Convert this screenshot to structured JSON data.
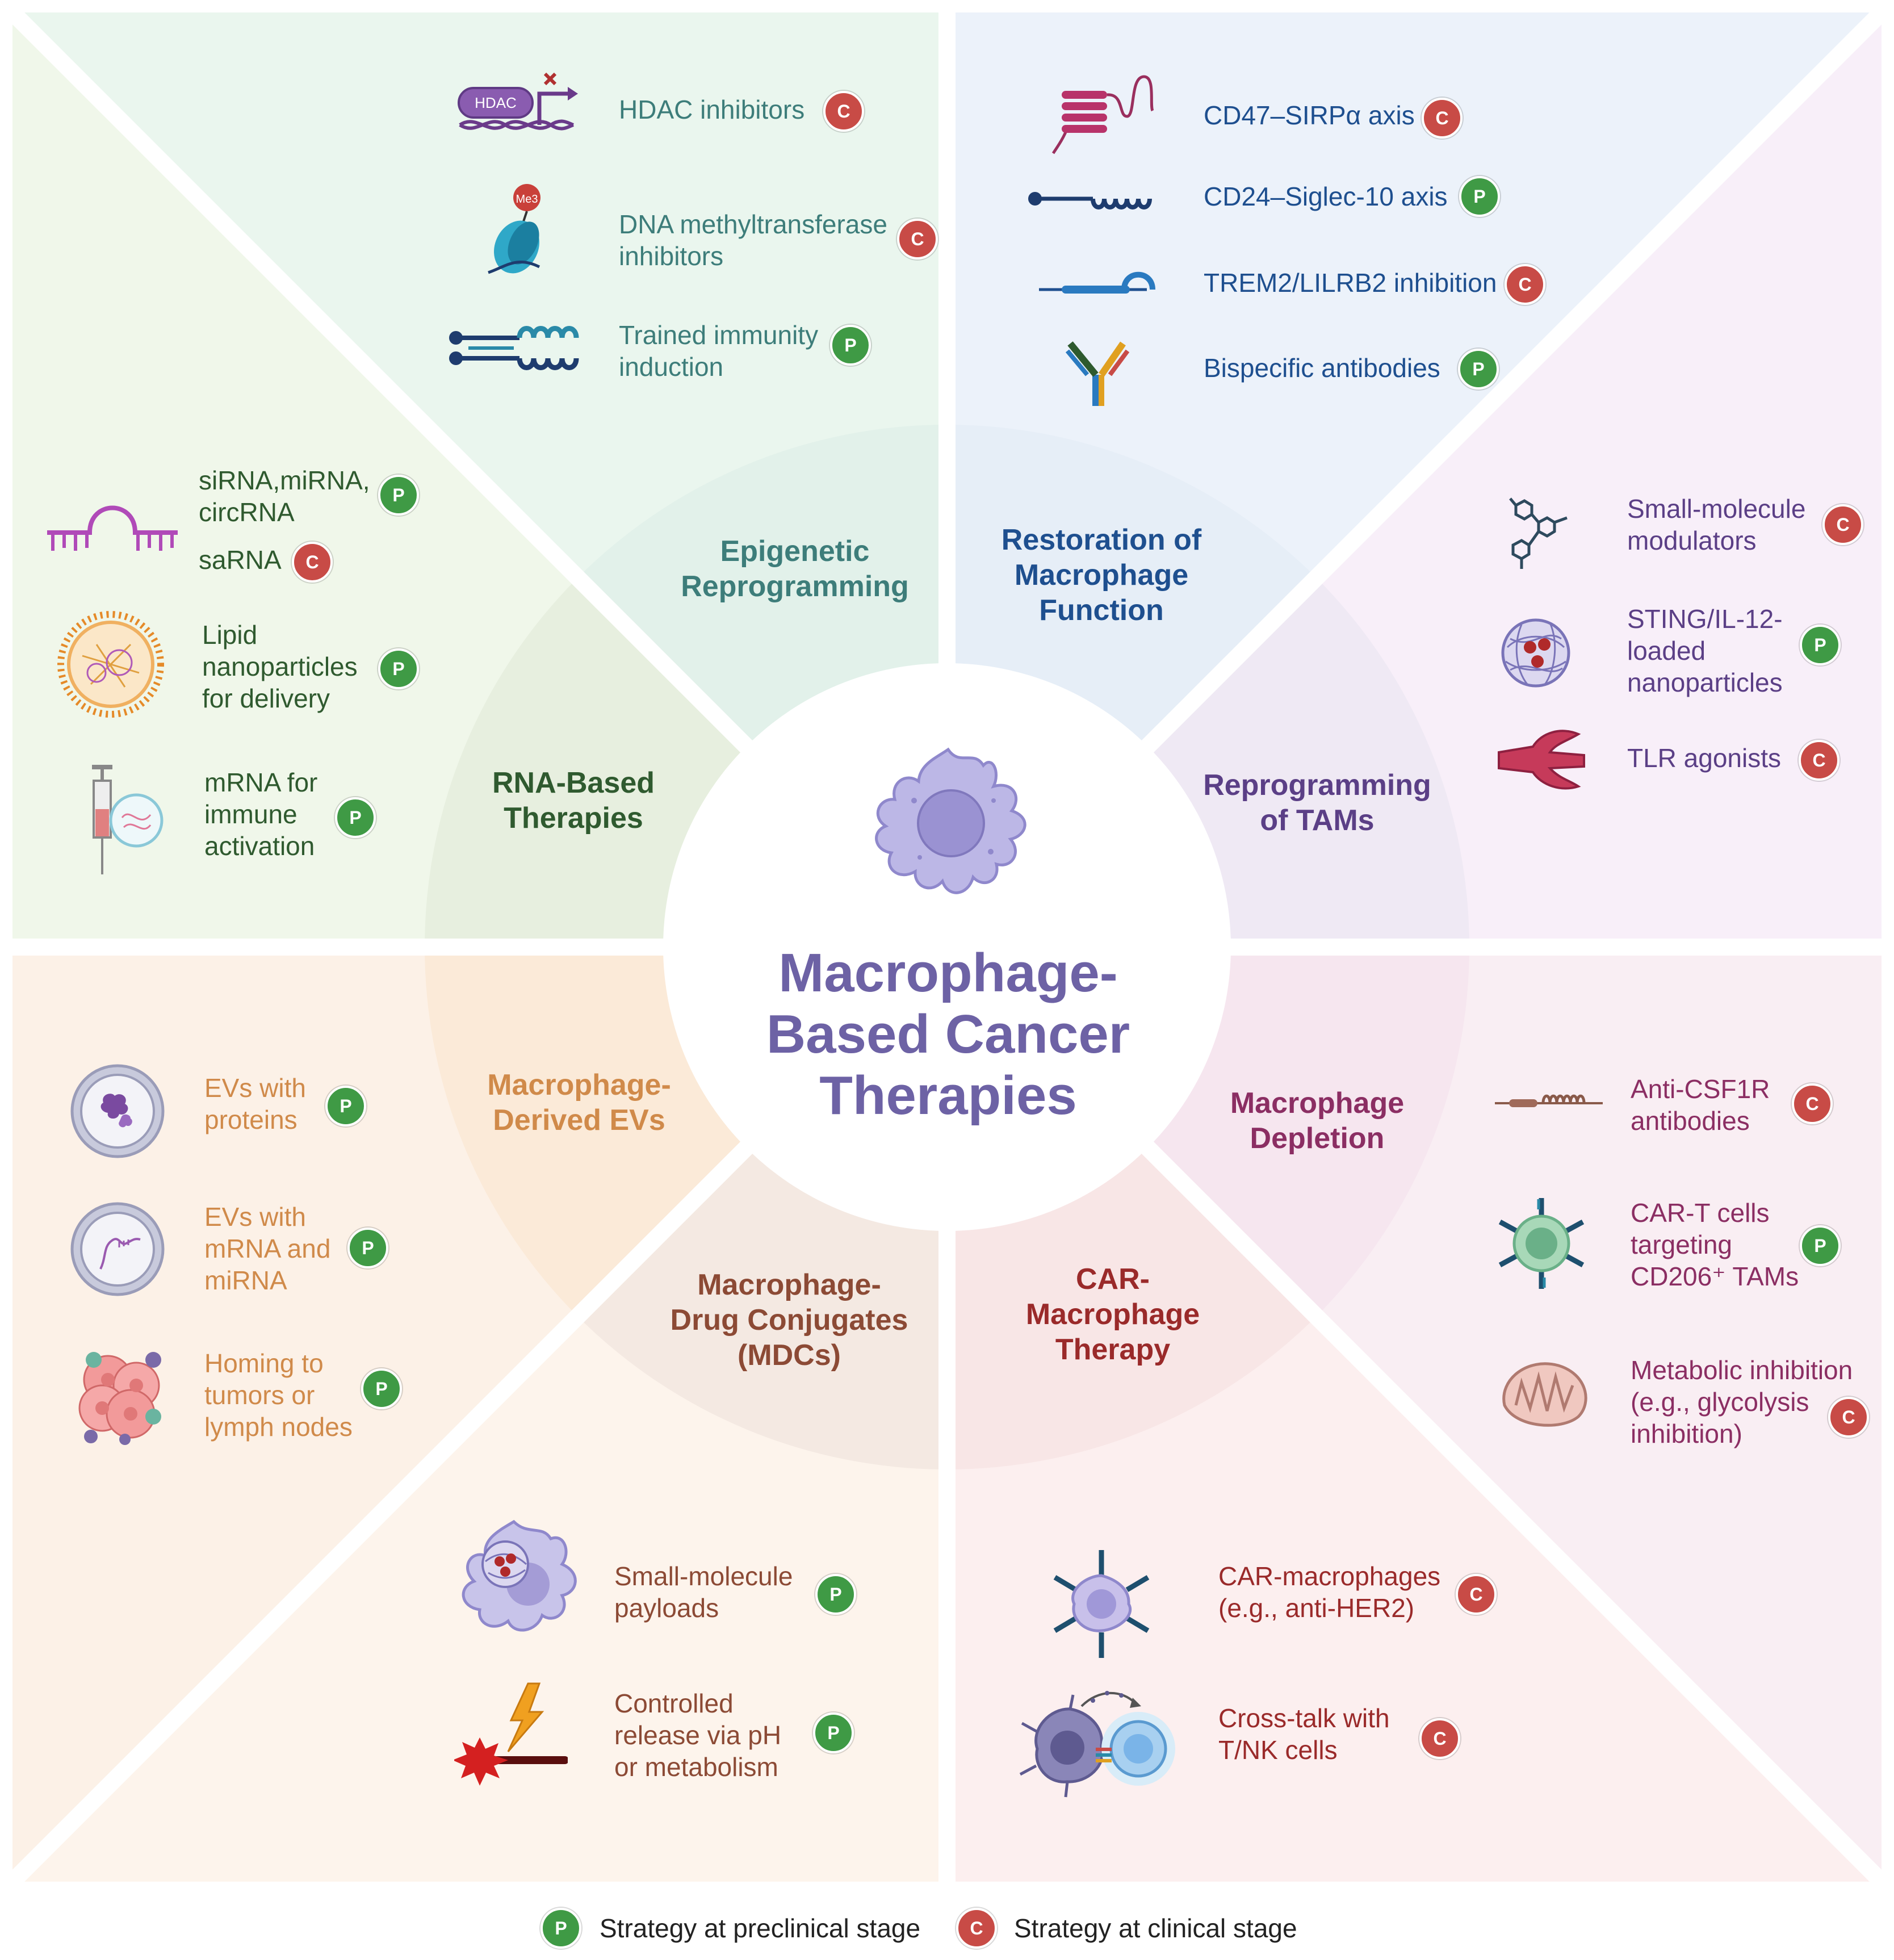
{
  "colors": {
    "preclinical": "#3f9a45",
    "clinical": "#c84b46",
    "epigenetic": "#3d7d7a",
    "restoration": "#1e4f8f",
    "reprogramming": "#5b3f86",
    "depletion": "#8b2e63",
    "car": "#9a2a2a",
    "mdc": "#8c4a35",
    "ev": "#d08a4a",
    "rna": "#2f5a2f",
    "center": "#6d62a5"
  },
  "center_title": "Macrophage-\nBased Cancer\nTherapies",
  "segments": {
    "epigenetic": "Epigenetic\nReprogramming",
    "restoration": "Restoration of\nMacrophage\nFunction",
    "reprogramming": "Reprogramming\nof TAMs",
    "depletion": "Macrophage\nDepletion",
    "car": "CAR-\nMacrophage\nTherapy",
    "mdc": "Macrophage-\nDrug Conjugates\n(MDCs)",
    "ev": "Macrophage-\nDerived EVs",
    "rna": "RNA-Based\nTherapies"
  },
  "badge_letters": {
    "preclinical": "P",
    "clinical": "C"
  },
  "items": {
    "epigenetic": [
      {
        "label": "HDAC inhibitors",
        "stage": "C",
        "icon": "hdac-dna-icon",
        "icon_text": "HDAC"
      },
      {
        "label": "DNA methyltransferase\ninhibitors",
        "stage": "C",
        "icon": "nucleosome-icon",
        "icon_text": "Me3"
      },
      {
        "label": "Trained immunity\ninduction",
        "stage": "P",
        "icon": "receptor-pair-icon"
      }
    ],
    "restoration": [
      {
        "label": "CD47–SIRPα axis",
        "stage": "C",
        "icon": "transmembrane-receptor-icon"
      },
      {
        "label": "CD24–Siglec-10 axis",
        "stage": "P",
        "icon": "siglec-receptor-icon"
      },
      {
        "label": "TREM2/LILRB2 inhibition",
        "stage": "C",
        "icon": "trem2-receptor-icon"
      },
      {
        "label": "Bispecific antibodies",
        "stage": "P",
        "icon": "bispecific-antibody-icon"
      }
    ],
    "reprogramming": [
      {
        "label": "Small-molecule\nmodulators",
        "stage": "C",
        "icon": "molecule-icon"
      },
      {
        "label": "STING/IL-12-\nloaded\nnanoparticles",
        "stage": "P",
        "icon": "nanoparticle-icon"
      },
      {
        "label": "TLR agonists",
        "stage": "C",
        "icon": "tlr-receptor-icon"
      }
    ],
    "depletion": [
      {
        "label": "Anti-CSF1R\nantibodies",
        "stage": "C",
        "icon": "csf1r-receptor-icon"
      },
      {
        "label": "CAR-T cells\ntargeting\nCD206⁺ TAMs",
        "stage": "P",
        "icon": "car-t-cell-icon"
      },
      {
        "label": "Metabolic inhibition\n(e.g., glycolysis\ninhibition)",
        "stage": "C",
        "icon": "mitochondrion-icon"
      }
    ],
    "car": [
      {
        "label": "CAR-macrophages\n(e.g., anti-HER2)",
        "stage": "C",
        "icon": "car-macrophage-icon"
      },
      {
        "label": "Cross-talk with\nT/NK cells",
        "stage": "C",
        "icon": "cell-crosstalk-icon"
      }
    ],
    "mdc": [
      {
        "label": "Small-molecule\npayloads",
        "stage": "P",
        "icon": "loaded-macrophage-icon"
      },
      {
        "label": "Controlled\nrelease via pH\nor metabolism",
        "stage": "P",
        "icon": "controlled-release-icon"
      }
    ],
    "ev": [
      {
        "label": "EVs with\nproteins",
        "stage": "P",
        "icon": "ev-protein-icon"
      },
      {
        "label": "EVs with\nmRNA and\nmiRNA",
        "stage": "P",
        "icon": "ev-rna-icon"
      },
      {
        "label": "Homing to\ntumors or\nlymph nodes",
        "stage": "P",
        "icon": "tumor-cluster-icon"
      }
    ],
    "rna": [
      {
        "label": "siRNA,miRNA,\ncircRNA",
        "stage": "P",
        "icon": "rna-hairpin-icon"
      },
      {
        "label": "saRNA",
        "stage": "C"
      },
      {
        "label": "Lipid\nnanoparticles\nfor delivery",
        "stage": "P",
        "icon": "lipid-nanoparticle-icon"
      },
      {
        "label": "mRNA for\nimmune\nactivation",
        "stage": "P",
        "icon": "syringe-mrna-icon"
      }
    ]
  },
  "legend": {
    "preclinical": "Strategy at preclinical stage",
    "clinical": "Strategy at clinical stage"
  }
}
